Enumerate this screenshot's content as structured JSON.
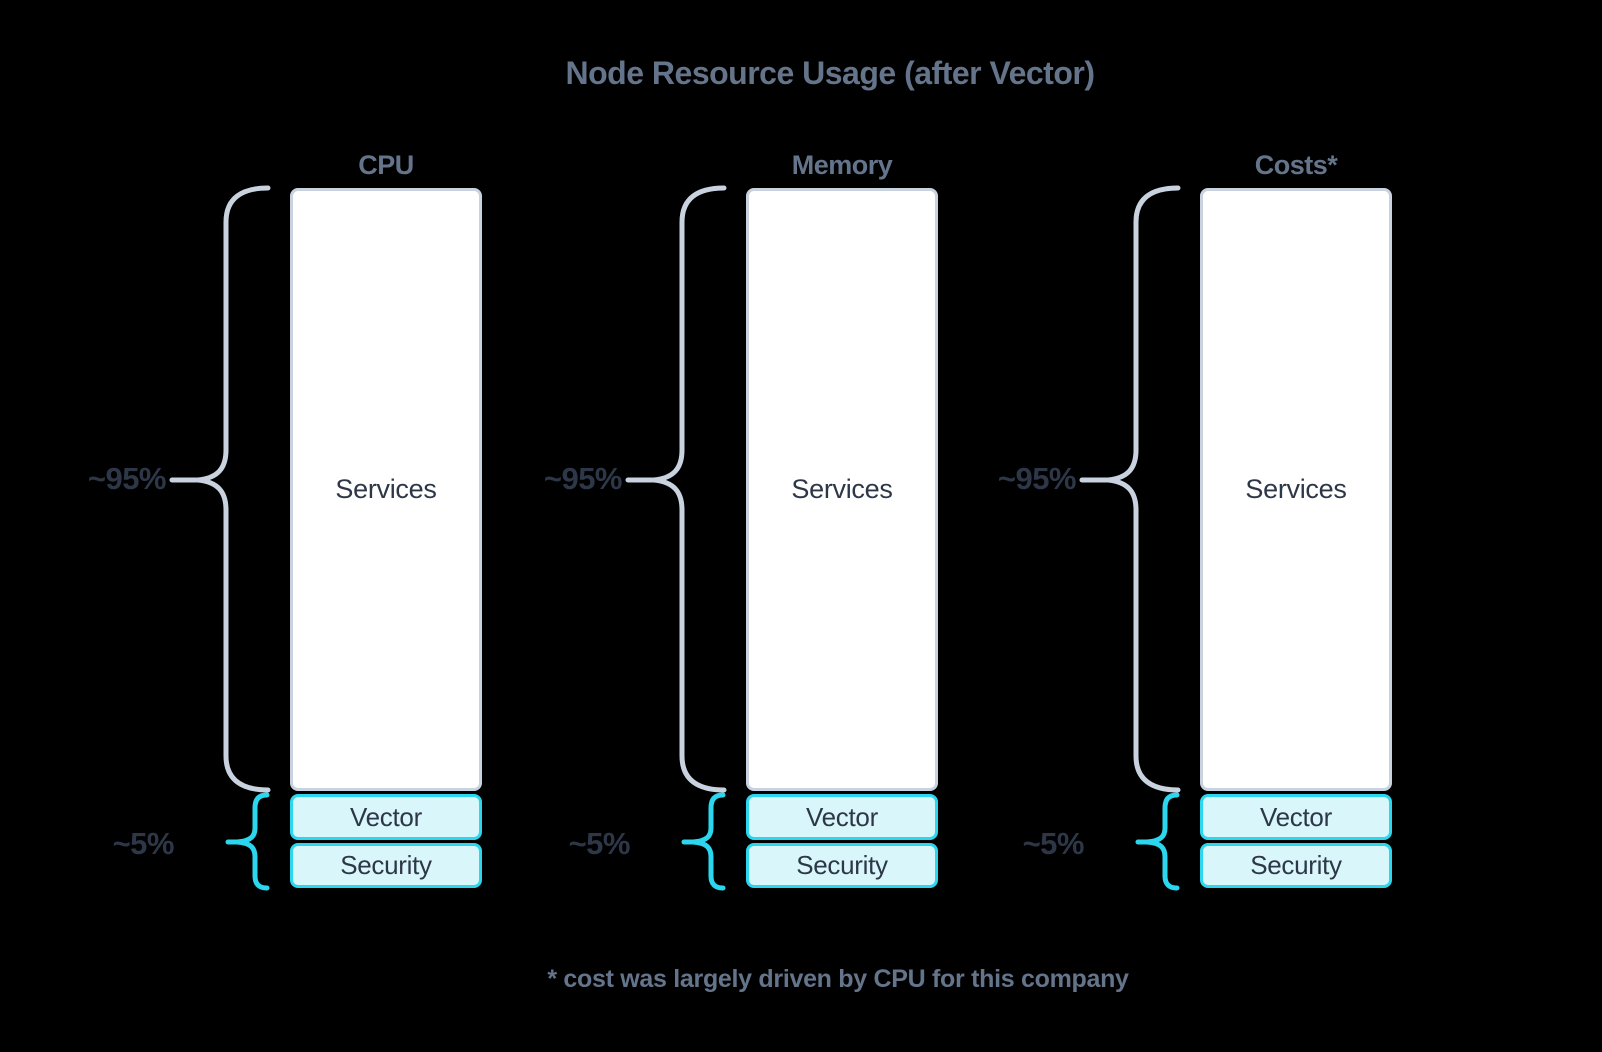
{
  "title": "Node Resource Usage (after Vector)",
  "footnote": "* cost was largely driven by CPU for this company",
  "columns": [
    {
      "label": "CPU",
      "pct_services": "~95%",
      "pct_small": "~5%",
      "services_label": "Services",
      "vector_label": "Vector",
      "security_label": "Security"
    },
    {
      "label": "Memory",
      "pct_services": "~95%",
      "pct_small": "~5%",
      "services_label": "Services",
      "vector_label": "Vector",
      "security_label": "Security"
    },
    {
      "label": "Costs*",
      "pct_services": "~95%",
      "pct_small": "~5%",
      "services_label": "Services",
      "vector_label": "Vector",
      "security_label": "Security"
    }
  ],
  "colors": {
    "background": "#000000",
    "muted_gray_text": "#64748b",
    "dark_text": "#2d3748",
    "gray_line": "#c9d3df",
    "accent_cyan": "#2bd7ee",
    "cyan_fill": "#d9f7fb",
    "bar_fill": "#ffffff"
  },
  "chart_data": {
    "type": "bar",
    "title": "Node Resource Usage (after Vector)",
    "categories": [
      "CPU",
      "Memory",
      "Costs*"
    ],
    "series": [
      {
        "name": "Services",
        "values": [
          95,
          95,
          95
        ],
        "label": "~95%"
      },
      {
        "name": "Vector",
        "values": [
          2.5,
          2.5,
          2.5
        ],
        "label": "part of ~5%"
      },
      {
        "name": "Security",
        "values": [
          2.5,
          2.5,
          2.5
        ],
        "label": "part of ~5%"
      }
    ],
    "annotations": [
      "~95% brace spans Services segment on each bar",
      "~5% brace spans Vector + Security segments on each bar",
      "* cost was largely driven by CPU for this company"
    ],
    "legend_position": "none",
    "grid": false,
    "axes": "none (percent labels shown via braces)"
  }
}
